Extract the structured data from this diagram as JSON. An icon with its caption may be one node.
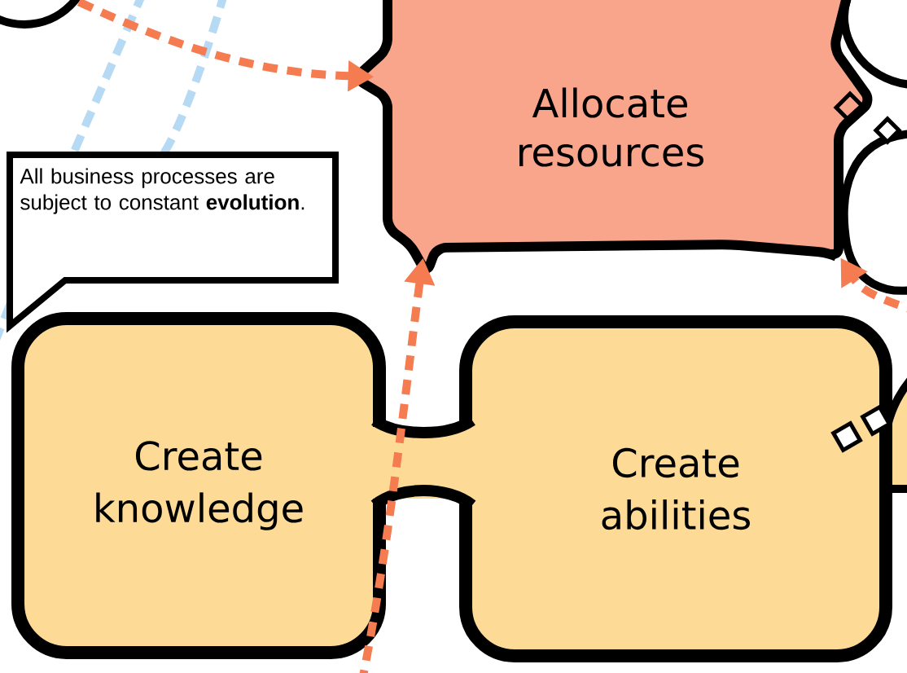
{
  "diagram": {
    "nodes": [
      {
        "text": [],
        "shape": "circle"
      },
      {
        "text": [
          "Allocate resources"
        ]
      },
      {
        "text": [
          "All business processes are subject to constant **evolution**."
        ]
      },
      {
        "text": [
          "Create knowledge"
        ]
      },
      {
        "text": [
          "Create abilities"
        ]
      }
    ],
    "edges": [
      {
        "from": 0,
        "to": 1,
        "arrow": "to",
        "style": "dashed"
      },
      {
        "from": null,
        "to": 1,
        "arrow": "to",
        "style": "dashed"
      },
      {
        "from": null,
        "to": 1,
        "arrow": "to",
        "style": "dashed"
      }
    ]
  }
}
